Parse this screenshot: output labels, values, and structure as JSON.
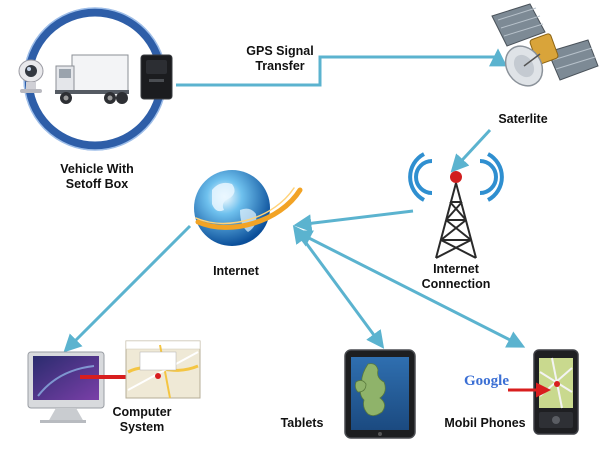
{
  "labels": {
    "vehicle": [
      "Vehicle With",
      "Setoff Box"
    ],
    "gps": [
      "GPS Signal",
      "Transfer"
    ],
    "satellite": "Saterlite",
    "internet": "Internet",
    "internet_connection": [
      "Internet",
      "Connection"
    ],
    "computer": [
      "Computer",
      "System"
    ],
    "tablets": "Tablets",
    "phones": "Mobil Phones",
    "google_logo": "Google"
  },
  "icons": {
    "camera": "webcam-icon",
    "truck": "truck-icon",
    "tracker": "gps-tracker-box-icon",
    "satellite": "satellite-icon",
    "globe": "globe-icon",
    "tower": "antenna-tower-icon",
    "computer": "imac-computer-icon",
    "map": "map-screenshot-icon",
    "tablet": "tablet-icon",
    "phone": "mobile-phone-icon"
  },
  "colors": {
    "arrow": "#5bb3cf",
    "ring": "#2e5ea8",
    "wave": "#2f8fd0",
    "red_arrow": "#d81e1e"
  }
}
